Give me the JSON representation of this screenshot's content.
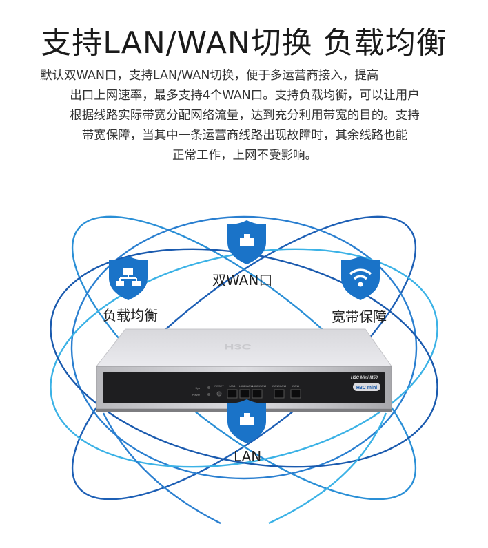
{
  "title": "支持LAN/WAN切换  负载均衡",
  "description": [
    "默认双WAN口，支持LAN/WAN切换，便于多运营商接入，提高",
    "出口上网速率，最多支持4个WAN口。支持负载均衡，可以让用户",
    "根据线路实际带宽分配网络流量，达到充分利用带宽的目的。支持",
    "带宽保障，当其中一条运营商线路出现故障时，其余线路也能",
    "正常工作，上网不受影响。"
  ],
  "nodes": {
    "dual_wan": {
      "label": "双WAN口",
      "icon": "network-shield-icon"
    },
    "load_balance": {
      "label": "负载均衡",
      "icon": "network-tree-shield-icon"
    },
    "bandwidth": {
      "label": "宽带保障",
      "icon": "wifi-shield-icon"
    },
    "lan": {
      "label": "LAN",
      "icon": "network-shield-icon"
    }
  },
  "device": {
    "brand_logo": "H3C",
    "model_label": "H3C Mini M50",
    "badge": "H3C mini",
    "port_labels": [
      "LAN1",
      "LAN2/WAN4",
      "LAN3/WAN3",
      "WAN2/LAN4",
      "WAN1"
    ],
    "led_labels": [
      "Sys",
      "Power"
    ],
    "reset_label": "RESET"
  },
  "colors": {
    "shield": "#1a73c8",
    "ring_dark": "#1d5fb5",
    "ring_light": "#33b6e8"
  }
}
